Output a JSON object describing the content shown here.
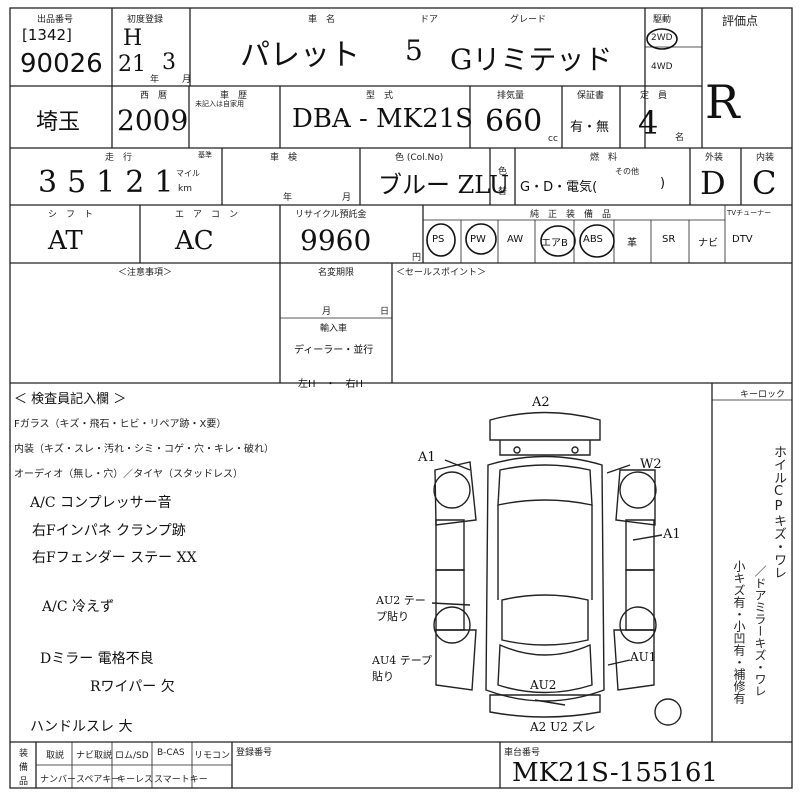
{
  "header": {
    "lot_label": "出品番号",
    "lot_bracket": "[1342]",
    "lot_number": "90026",
    "first_reg_label": "初度登録",
    "era": "H",
    "year": "21",
    "year_unit": "年",
    "month": "3",
    "month_unit": "月",
    "car_name_label": "車　名",
    "door_label": "ドア",
    "grade_label": "グレード",
    "car_name": "パレット",
    "doors": "5",
    "grade": "Gリミテッド",
    "drive_label": "駆動",
    "drive_2wd": "2WD",
    "drive_4wd": "4WD",
    "score_label": "評価点",
    "score": "R"
  },
  "row2": {
    "region": "埼玉",
    "west_year_label": "西　暦",
    "west_year": "2009",
    "history_label": "車　歴",
    "history_note": "未記入は自家用",
    "model_label": "型　式",
    "model": "DBA - MK21S",
    "displacement_label": "排気量",
    "displacement": "660",
    "cc": "cc",
    "warranty_label": "保証書",
    "warranty": "有・無",
    "capacity_label": "定　員",
    "capacity": "4",
    "capacity_unit": "名"
  },
  "row3": {
    "mileage_label": "走　行",
    "mileage_mark": "基準",
    "mileage": "35121",
    "mile_unit": "マイル",
    "km_unit": "km",
    "inspection_label": "車　検",
    "inspection_year": "年",
    "inspection_month": "月",
    "color_label": "色 (Col.No)",
    "color": "ブルー ZLU",
    "color_change_1": "色",
    "color_change_2": "替",
    "fuel_label": "燃　料",
    "fuel_options": "G・D・電気(",
    "fuel_other": "その他",
    "fuel_close": ")",
    "exterior_label": "外装",
    "exterior": "D",
    "interior_label": "内装",
    "interior": "C"
  },
  "row4": {
    "shift_label": "シ　フ　ト",
    "shift": "AT",
    "ac_label": "エ　ア　コ　ン",
    "ac": "AC",
    "recycle_label": "リサイクル預託金",
    "recycle": "9960",
    "yen": "円",
    "equipment_label": "純　正　装　備　品",
    "equipment": [
      "PS",
      "PW",
      "AW",
      "エアB",
      "ABS",
      "革",
      "SR",
      "ナビ",
      "DTV"
    ],
    "tuner_label": "TVチューナー"
  },
  "row5": {
    "notes_label": "＜注意事項＞",
    "name_change_label": "名変期限",
    "month_char": "月",
    "day_char": "日",
    "import_label": "輸入車",
    "dealer": "ディーラー・並行",
    "steering": "左H　・　右H",
    "sales_point_label": "＜セールスポイント＞"
  },
  "inspector": {
    "title": "＜ 検査員記入欄 ＞",
    "line_glass": "Fガラス（キズ・飛石・ヒビ・リペア跡・X要）",
    "line_interior": "内装（キズ・スレ・汚れ・シミ・コゲ・穴・キレ・破れ）",
    "line_audio": "オーディオ（無し・穴）／タイヤ（スタッドレス）",
    "notes": [
      "A/C コンプレッサー音",
      "右Fインパネ クランプ跡",
      "右Fフェンダー ステー XX",
      "A/C 冷えず",
      "Dミラー 電格不良",
      "Rワイパー 欠",
      "ハンドルスレ 大"
    ]
  },
  "diagram": {
    "marks": [
      "A2",
      "A1",
      "W2",
      "A1",
      "AU2 テープ貼り",
      "AU4 テープ貼り",
      "AU2",
      "AU1",
      "A2 U2 ズレ"
    ]
  },
  "side": {
    "keylock_label": "キーロック",
    "vertical_1": "ホイルCPキズ・ワレ",
    "vertical_2": "小キズ有・小凹有・補修有",
    "vertical_3": "／ドアミラーキズ・ワレ"
  },
  "footer": {
    "equip_label_1": "装",
    "equip_label_2": "備",
    "equip_label_3": "品",
    "items_top": [
      "取説",
      "ナビ取説",
      "ロム/SD",
      "B-CAS",
      "リモコン"
    ],
    "items_bottom": [
      "ナンバー",
      "スペアキー",
      "キーレス",
      "スマートキー"
    ],
    "reg_label": "登録番号",
    "chassis_label": "車台番号",
    "chassis": "MK21S-155161"
  }
}
